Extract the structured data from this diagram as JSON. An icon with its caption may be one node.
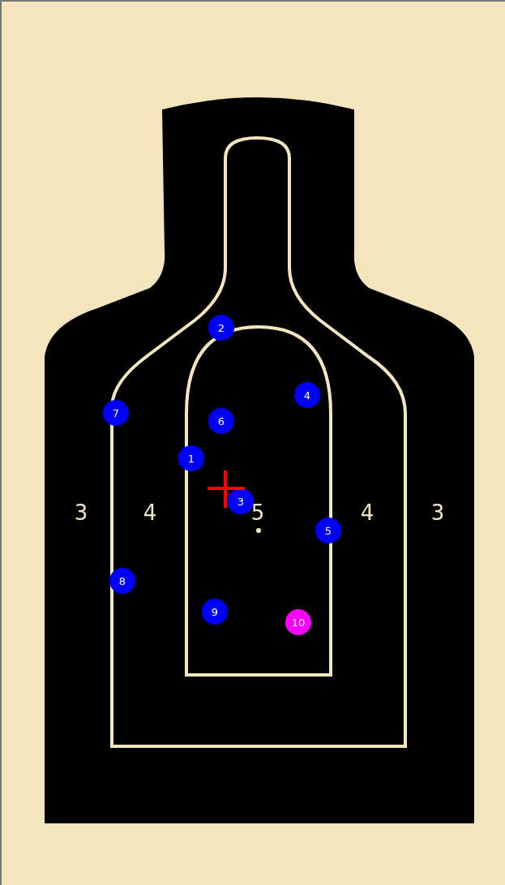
{
  "diagram": {
    "nodes": [
      {
        "text": [
          "3",
          "3"
        ]
      },
      {
        "text": [
          "4",
          "4"
        ],
        "in": 0
      },
      {
        "text": [
          "5"
        ],
        "in": 1
      },
      {
        "text": [
          "1"
        ],
        "in": 1
      },
      {
        "text": [
          "2"
        ],
        "in": 1
      },
      {
        "text": [
          "3"
        ],
        "in": 2
      },
      {
        "text": [
          "4"
        ],
        "in": 2
      },
      {
        "text": [
          "5"
        ],
        "in": 1
      },
      {
        "text": [
          "6"
        ],
        "in": 2
      },
      {
        "text": [
          "7"
        ],
        "in": 0
      },
      {
        "text": [
          "8"
        ],
        "in": 1
      },
      {
        "text": [
          "9"
        ],
        "in": 2
      },
      {
        "text": [
          "10"
        ],
        "in": 2
      }
    ]
  }
}
